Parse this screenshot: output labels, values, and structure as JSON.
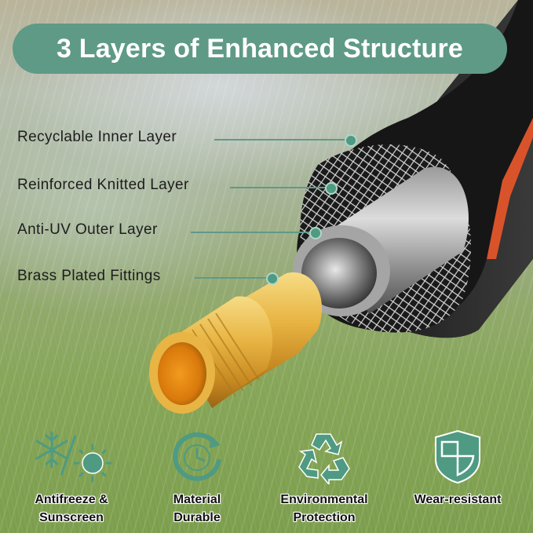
{
  "title": "3 Layers of Enhanced Structure",
  "callouts": [
    {
      "label": "Recyclable Inner Layer"
    },
    {
      "label": "Reinforced Knitted Layer"
    },
    {
      "label": "Anti-UV Outer Layer"
    },
    {
      "label": "Brass Plated Fittings"
    }
  ],
  "features": [
    {
      "icon": "snowflake-sun-icon",
      "line1": "Antifreeze &",
      "line2": "Sunscreen"
    },
    {
      "icon": "clock-cycle-icon",
      "line1": "Material",
      "line2": "Durable"
    },
    {
      "icon": "recycle-icon",
      "line1": "Environmental",
      "line2": "Protection"
    },
    {
      "icon": "shield-icon",
      "line1": "Wear-resistant",
      "line2": ""
    }
  ],
  "colors": {
    "accent": "#5f9a87",
    "hose_outer": "#1c1c1c",
    "hose_stripe": "#d9532a",
    "brass": "#e2a93a"
  }
}
